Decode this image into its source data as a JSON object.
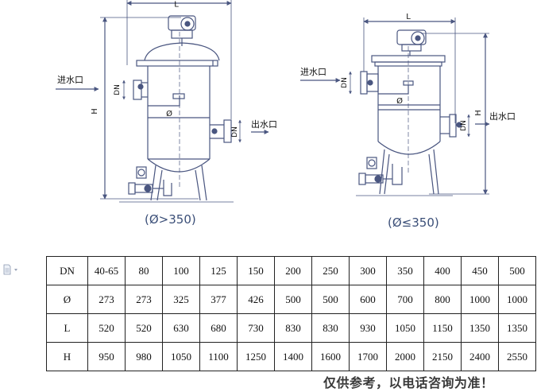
{
  "diagram": {
    "left": {
      "label_L": "L",
      "label_H": "H",
      "label_DN_in": "DN",
      "label_DN_out": "DN",
      "label_dia": "Ø",
      "inlet": "进水口",
      "outlet": "出水口",
      "caption": "(Ø>350)"
    },
    "right": {
      "label_L": "L",
      "label_H": "H",
      "label_DN_in": "DN",
      "label_DN_out": "DN",
      "label_dia": "Ø",
      "inlet": "进水口",
      "outlet": "出水口",
      "caption": "(Ø≤350)"
    }
  },
  "table": {
    "rows": [
      {
        "label": "DN",
        "values": [
          "40-65",
          "80",
          "100",
          "125",
          "150",
          "200",
          "250",
          "300",
          "350",
          "400",
          "450",
          "500"
        ]
      },
      {
        "label": "Ø",
        "values": [
          "273",
          "273",
          "325",
          "377",
          "426",
          "500",
          "500",
          "600",
          "700",
          "800",
          "1000",
          "1000"
        ]
      },
      {
        "label": "L",
        "values": [
          "520",
          "520",
          "630",
          "680",
          "730",
          "830",
          "830",
          "930",
          "1050",
          "1150",
          "1350",
          "1350"
        ]
      },
      {
        "label": "H",
        "values": [
          "950",
          "980",
          "1050",
          "1100",
          "1250",
          "1400",
          "1600",
          "1700",
          "2000",
          "2150",
          "2400",
          "2550"
        ]
      }
    ]
  },
  "footer_note": "仅供参考，以电话咨询为准！",
  "colors": {
    "line": "#4a5680",
    "caption": "#3b4f78",
    "note": "#3a3a3a"
  }
}
